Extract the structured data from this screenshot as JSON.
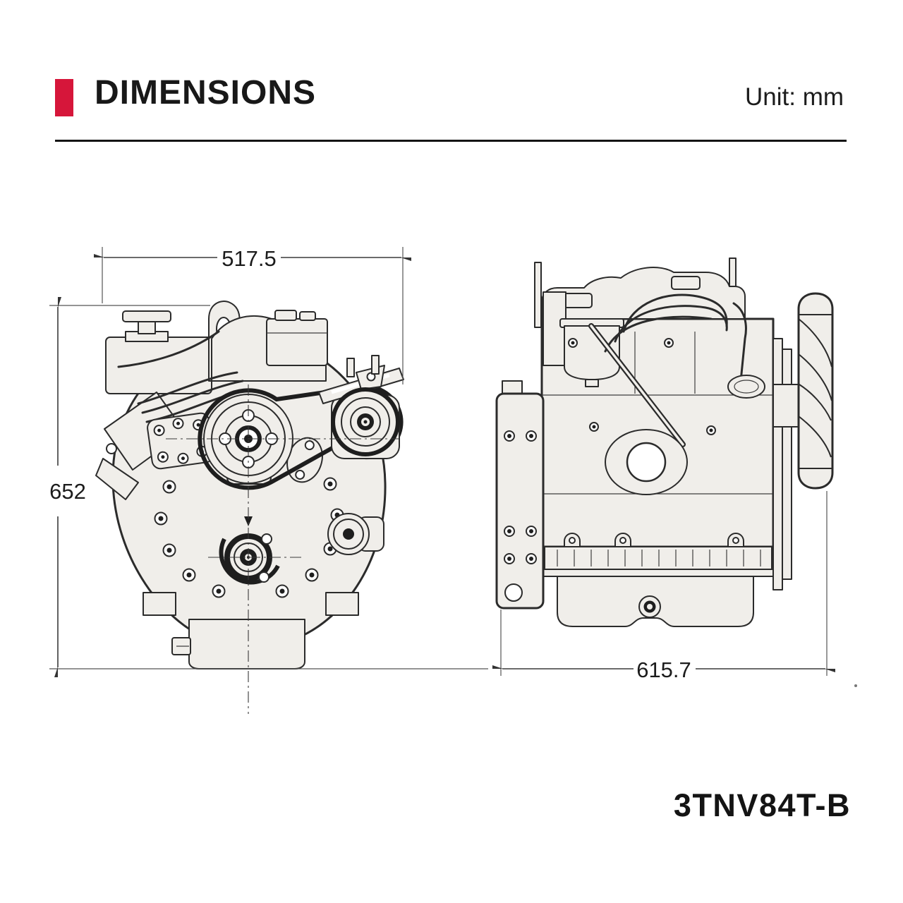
{
  "header": {
    "title": "DIMENSIONS",
    "unit_label": "Unit: mm",
    "accent_color": "#d6163a",
    "marker_icon": "red-square-bullet"
  },
  "diagram": {
    "model": "3TNV84T-B",
    "unit": "mm",
    "front_view": {
      "name": "engine-front-view",
      "width_label": "517.5",
      "height_label": "652"
    },
    "side_view": {
      "name": "engine-side-view",
      "length_label": "615.7"
    },
    "line_color": "#2b2b2b",
    "fill_color": "#f0eeea"
  }
}
